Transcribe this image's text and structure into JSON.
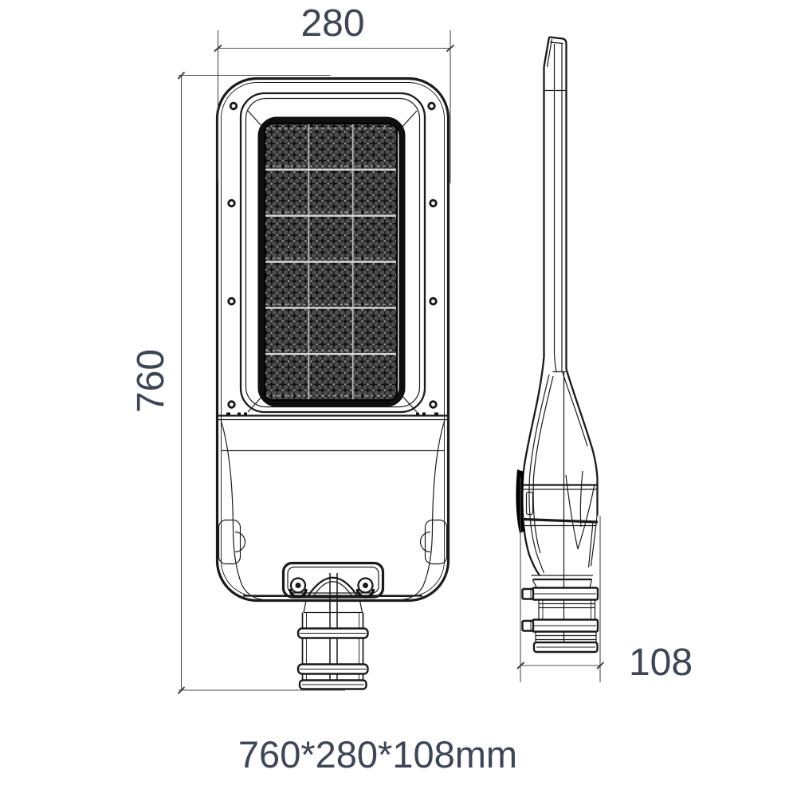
{
  "dimensions": {
    "width_mm": "280",
    "height_mm": "760",
    "depth_mm": "108",
    "caption": "760*280*108mm"
  },
  "colors": {
    "line": "#1a1a1a",
    "dim_line": "#4d4d4d",
    "text": "#3d4656",
    "led_dark": "#101010",
    "background": "#ffffff"
  }
}
